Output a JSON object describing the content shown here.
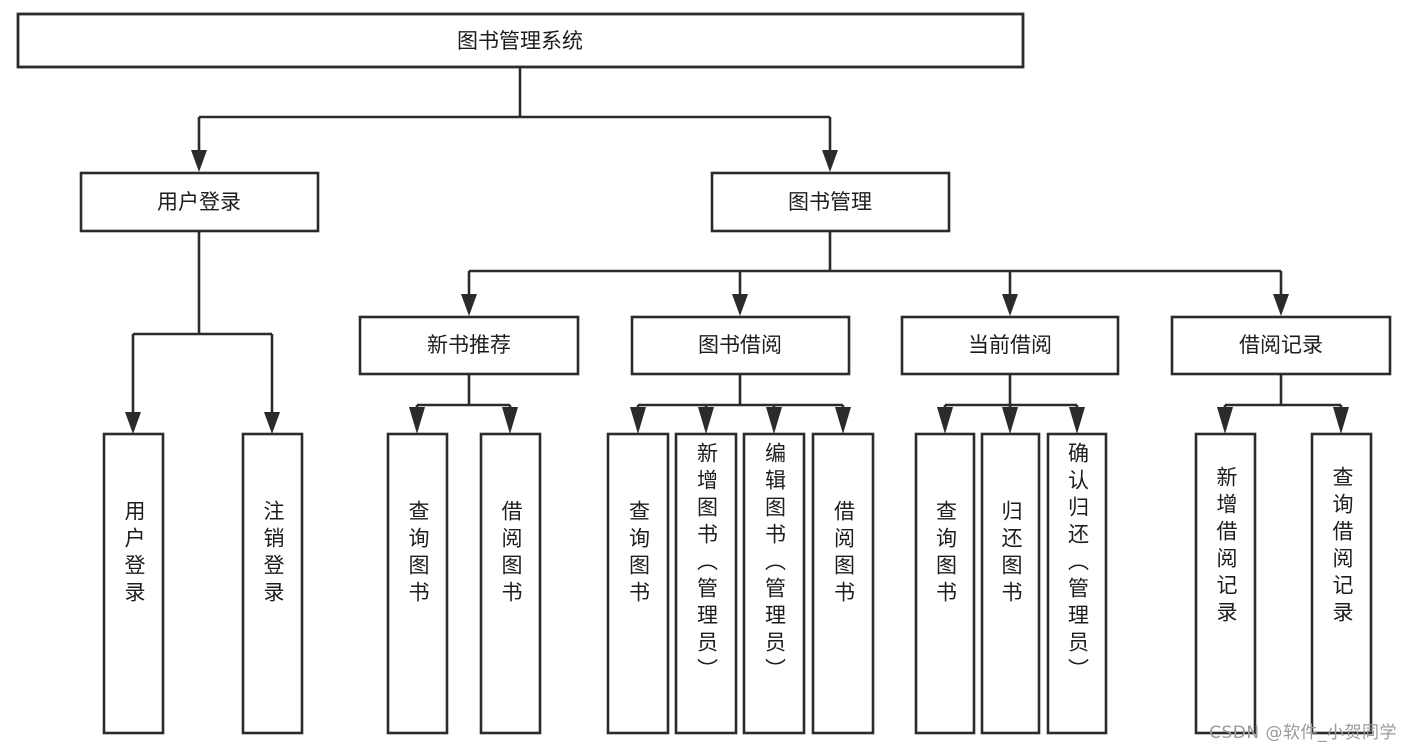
{
  "diagram": {
    "type": "hierarchy-tree",
    "title": "图书管理系统",
    "orientation": "top-down",
    "colors": {
      "stroke": "#2b2b2b",
      "box_fill": "#ffffff",
      "text": "#1d1d1d",
      "background": "#ffffff",
      "watermark": "#9a9a9a"
    },
    "root": {
      "label": "图书管理系统"
    },
    "level1": [
      {
        "id": "user-login",
        "label": "用户登录"
      },
      {
        "id": "book-management",
        "label": "图书管理"
      }
    ],
    "level2": [
      {
        "id": "new-book-recommend",
        "label": "新书推荐",
        "parent": "book-management"
      },
      {
        "id": "book-borrow",
        "label": "图书借阅",
        "parent": "book-management"
      },
      {
        "id": "current-borrow",
        "label": "当前借阅",
        "parent": "book-management"
      },
      {
        "id": "borrow-record",
        "label": "借阅记录",
        "parent": "book-management"
      }
    ],
    "leaves": {
      "user-login": [
        {
          "id": "leaf-user-login",
          "label": "用户登录"
        },
        {
          "id": "leaf-user-logout",
          "label": "注销登录"
        }
      ],
      "new-book-recommend": [
        {
          "id": "leaf-query-book-1",
          "label": "查询图书"
        },
        {
          "id": "leaf-borrow-book-1",
          "label": "借阅图书"
        }
      ],
      "book-borrow": [
        {
          "id": "leaf-query-book-2",
          "label": "查询图书"
        },
        {
          "id": "leaf-add-book",
          "label": "新增图书（管理员）"
        },
        {
          "id": "leaf-edit-book",
          "label": "编辑图书（管理员）"
        },
        {
          "id": "leaf-borrow-book-2",
          "label": "借阅图书"
        }
      ],
      "current-borrow": [
        {
          "id": "leaf-query-book-3",
          "label": "查询图书"
        },
        {
          "id": "leaf-return-book",
          "label": "归还图书"
        },
        {
          "id": "leaf-confirm-return",
          "label": "确认归还（管理员）"
        }
      ],
      "borrow-record": [
        {
          "id": "leaf-add-record",
          "label": "新增借阅记录"
        },
        {
          "id": "leaf-query-record",
          "label": "查询借阅记录"
        }
      ]
    }
  },
  "watermark": {
    "text": "CSDN @软件_小贺同学"
  }
}
